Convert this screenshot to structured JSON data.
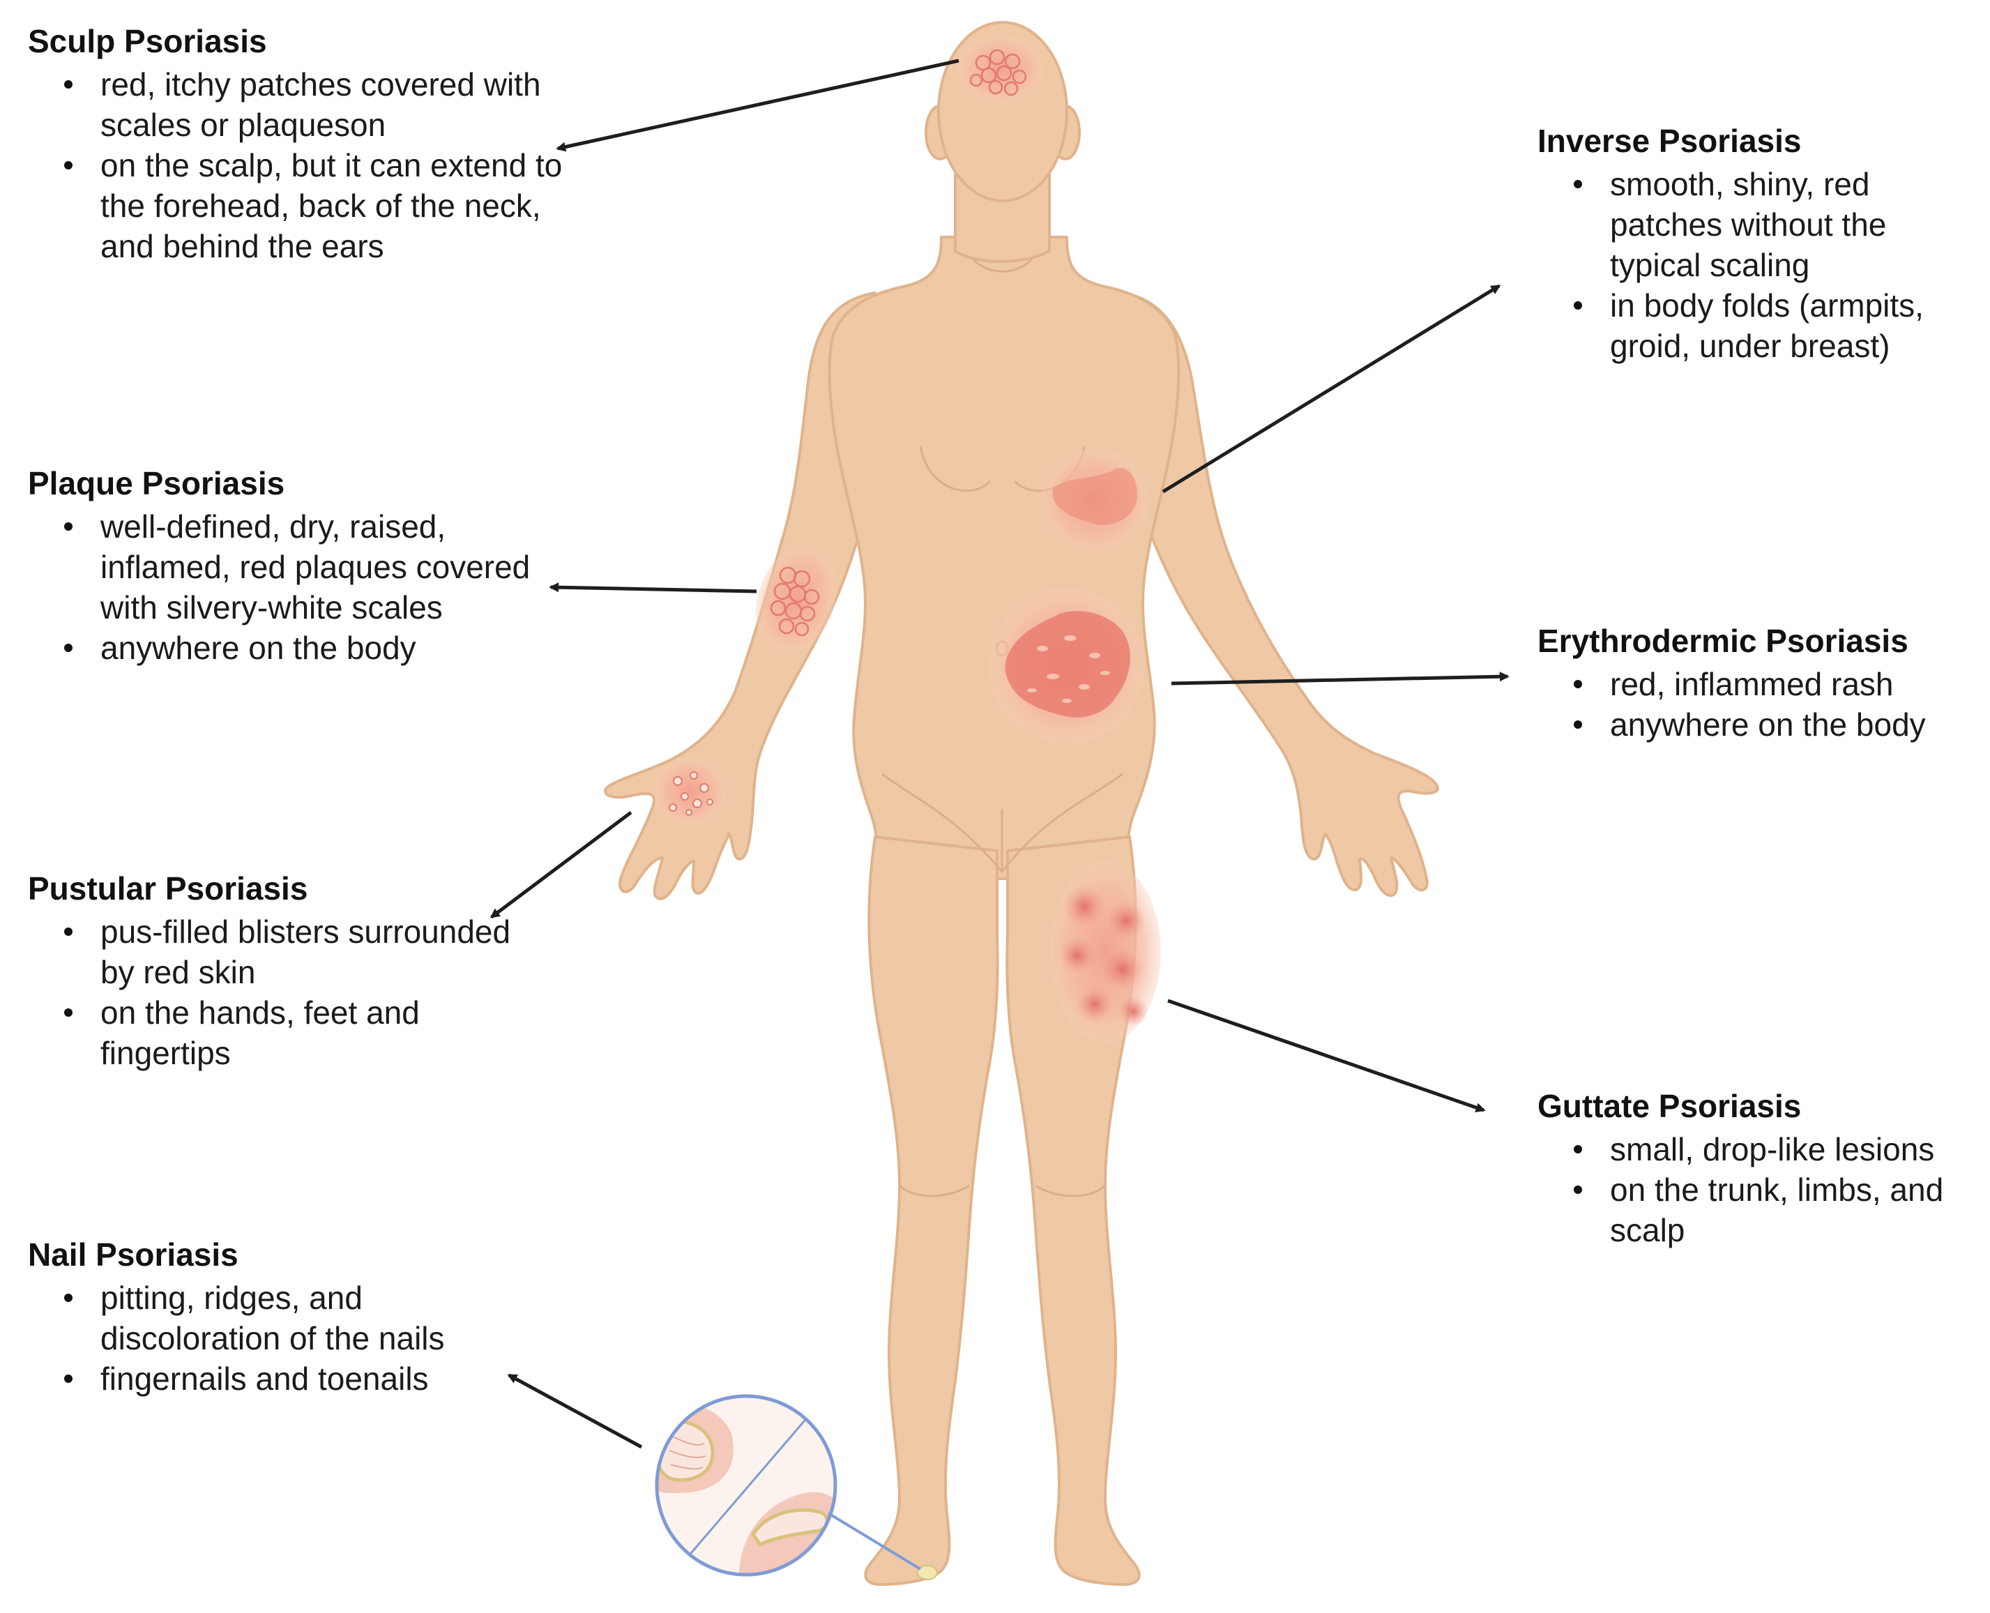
{
  "diagram": {
    "colors": {
      "skin": "#efc9a6",
      "skin_outline": "#e1b48d",
      "lesion": "#e8756a",
      "lesion_halo": "#f6b5a0",
      "arrow": "#1e1e1e",
      "nail_circle": "#7f9bd6"
    },
    "labels": {
      "sculp": {
        "title": "Sculp Psoriasis",
        "points": [
          "red, itchy patches covered with scales or plaqueson",
          "on the scalp, but it can extend to the forehead, back of the neck, and behind the ears"
        ]
      },
      "plaque": {
        "title": "Plaque Psoriasis",
        "points": [
          "well-defined, dry, raised, inflamed, red plaques covered with silvery-white scales",
          "anywhere on the body"
        ]
      },
      "pustular": {
        "title": "Pustular Psoriasis",
        "points": [
          "pus-filled blisters surrounded by red skin",
          "on the hands, feet and fingertips"
        ]
      },
      "nail": {
        "title": "Nail Psoriasis",
        "points": [
          "pitting, ridges, and discoloration of the nails",
          "fingernails and toenails"
        ]
      },
      "inverse": {
        "title": "Inverse Psoriasis",
        "points": [
          "smooth, shiny, red patches without the typical scaling",
          "in body folds (armpits, groid, under breast)"
        ]
      },
      "erythrodermic": {
        "title": "Erythrodermic Psoriasis",
        "points": [
          "red, inflammed rash",
          "anywhere on the body"
        ]
      },
      "guttate": {
        "title": "Guttate Psoriasis",
        "points": [
          "small, drop-like lesions",
          "on the trunk, limbs, and scalp"
        ]
      }
    }
  }
}
